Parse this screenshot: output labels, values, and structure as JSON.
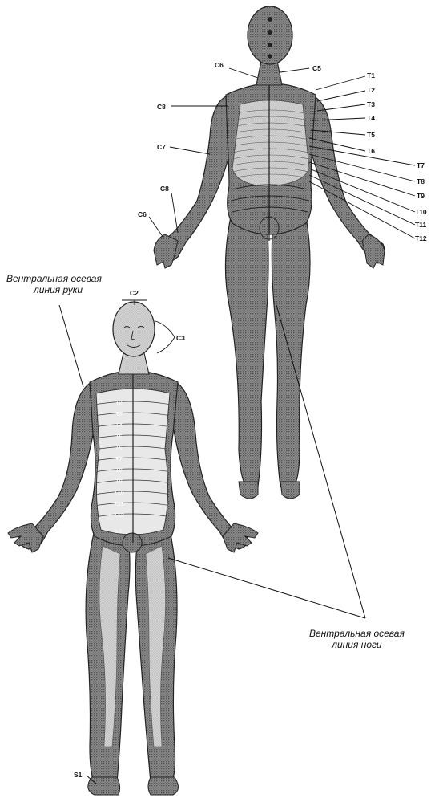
{
  "captions": {
    "arm_axis_line1": "Вентральная осевая",
    "arm_axis_line2": "линия руки",
    "leg_axis_line1": "Вентральная осевая",
    "leg_axis_line2": "линия ноги"
  },
  "back_figure_labels": {
    "c6_neck": "C6",
    "c5": "C5",
    "c8_shoulder": "C8",
    "c7": "C7",
    "c8_hand": "C8",
    "c6_hand": "C6",
    "t1": "T1",
    "t2": "T2",
    "t3": "T3",
    "t4": "T4",
    "t5": "T5",
    "t6": "T6",
    "t7": "T7",
    "t8": "T8",
    "t9": "T9",
    "t10": "T10",
    "t11": "T11",
    "t12": "T12"
  },
  "front_figure_labels": {
    "c2": "C2",
    "c3": "C3",
    "s1": "S1",
    "torso_levels": [
      "T2",
      "T3",
      "T4",
      "T5",
      "T6",
      "T7",
      "T8",
      "T9",
      "T10",
      "T11",
      "T12",
      "L1"
    ]
  },
  "colors": {
    "background": "#ffffff",
    "ink": "#111111",
    "dark_stipple": "#7a7a7a",
    "light_stipple": "#c9c9c9",
    "torso_fill": "#e6e6e6"
  }
}
